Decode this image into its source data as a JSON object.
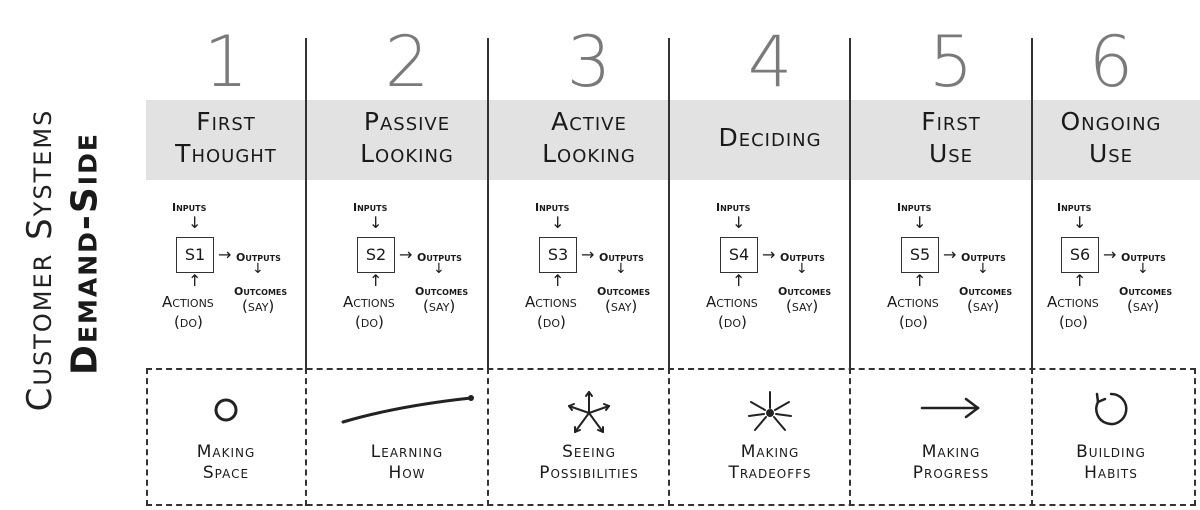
{
  "side": {
    "line1": "Customer Systems",
    "line2": "Demand-Side"
  },
  "stages": [
    {
      "num": "1",
      "title1": "First",
      "title2": "Thought",
      "box": "S1",
      "cap1": "Making",
      "cap2": "Space",
      "glyph": "circle-icon"
    },
    {
      "num": "2",
      "title1": "Passive",
      "title2": "Looking",
      "box": "S2",
      "cap1": "Learning",
      "cap2": "How",
      "glyph": "line-icon"
    },
    {
      "num": "3",
      "title1": "Active",
      "title2": "Looking",
      "box": "S3",
      "cap1": "Seeing",
      "cap2": "Possibilities",
      "glyph": "arrows-out-icon"
    },
    {
      "num": "4",
      "title1": "Deciding",
      "title2": "",
      "box": "S4",
      "cap1": "Making",
      "cap2": "Tradeoffs",
      "glyph": "arrows-in-icon"
    },
    {
      "num": "5",
      "title1": "First",
      "title2": "Use",
      "box": "S5",
      "cap1": "Making",
      "cap2": "Progress",
      "glyph": "arrow-right-icon"
    },
    {
      "num": "6",
      "title1": "Ongoing",
      "title2": "Use",
      "box": "S6",
      "cap1": "Building",
      "cap2": "Habits",
      "glyph": "loop-icon"
    }
  ],
  "model": {
    "inputs": "Inputs",
    "outputs": "Outputs",
    "outcomes": "Outcomes",
    "say": "(say)",
    "actions": "Actions",
    "do": "(do)",
    "arrow_down": "↓",
    "arrow_right": "→",
    "arrow_up": "↑"
  }
}
